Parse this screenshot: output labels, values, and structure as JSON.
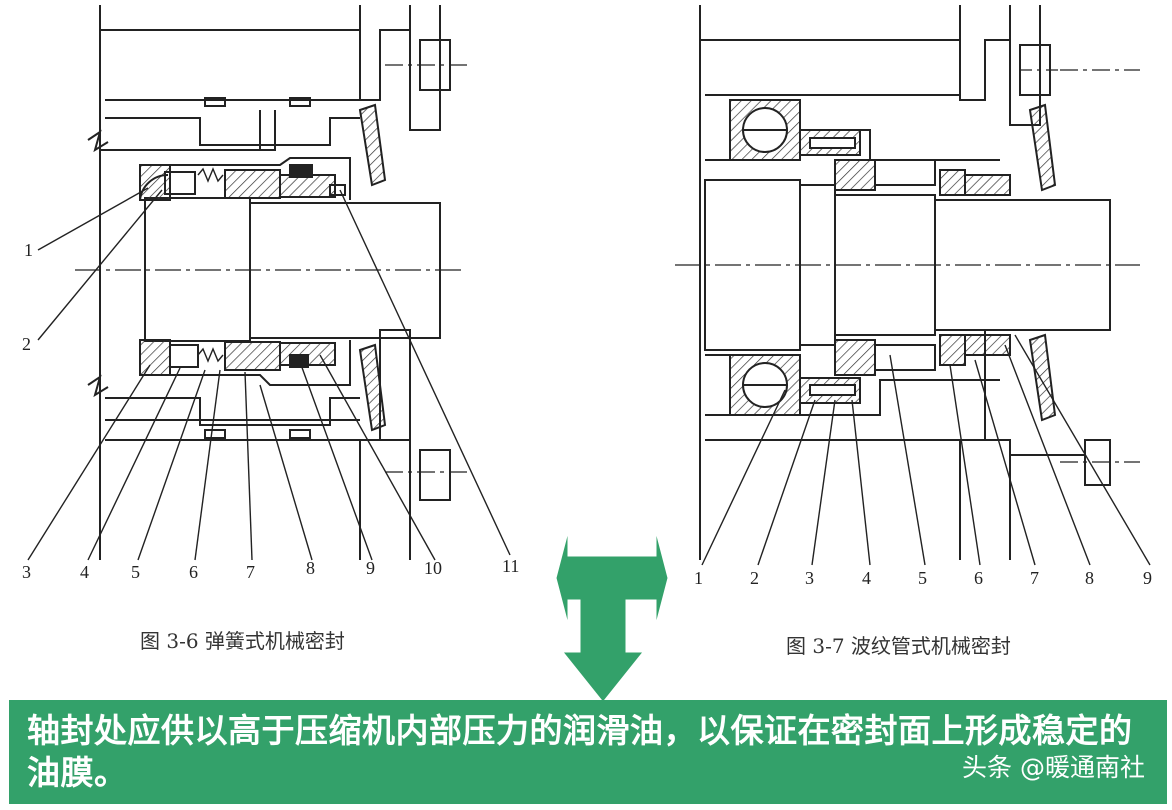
{
  "figures": [
    {
      "id": "fig-3-6",
      "caption": "图 3-6   弹簧式机械密封",
      "labels": [
        "1",
        "2",
        "3",
        "4",
        "5",
        "6",
        "7",
        "8",
        "9",
        "10",
        "11"
      ]
    },
    {
      "id": "fig-3-7",
      "caption": "图 3-7   波纹管式机械密封",
      "labels": [
        "1",
        "2",
        "3",
        "4",
        "5",
        "6",
        "7",
        "8",
        "9"
      ]
    }
  ],
  "banner": {
    "text": "轴封处应供以高于压缩机内部压力的润滑油，以保证在密封面上形成稳定的油膜。",
    "color": "#33a16a"
  },
  "watermark": "头条 @暖通南社",
  "arrow_icon": "t-arrow-down-icon",
  "colors": {
    "line": "#222222",
    "hatch": "#333333",
    "green": "#33a16a"
  }
}
